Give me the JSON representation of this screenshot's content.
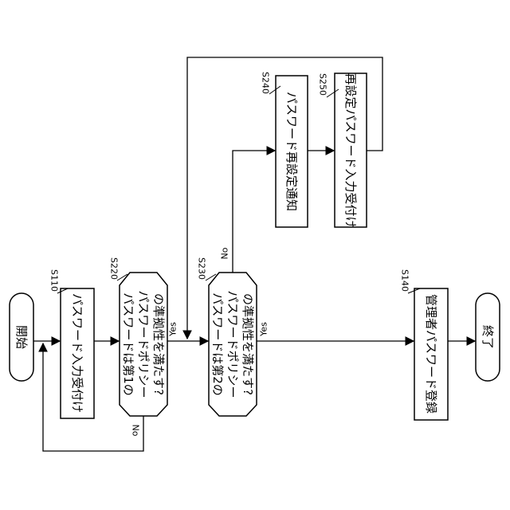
{
  "nodes": {
    "start": "開始",
    "s110": "パスワード入力受付け",
    "s220_line1": "パスワードは第1の",
    "s220_line2": "パスワードポリシー",
    "s220_line3": "の準拠性を満たす?",
    "s230_line1": "パスワードは第2の",
    "s230_line2": "パスワードポリシー",
    "s230_line3": "の準拠性を満たす?",
    "s240": "パスワード再設定通知",
    "s250": "再設定パスワード入力受付け",
    "s140": "管理者パスワード登録",
    "end": "終了"
  },
  "step_labels": {
    "s110": "S110",
    "s220": "S220",
    "s230": "S230",
    "s240": "S240",
    "s250": "S250",
    "s140": "S140"
  },
  "branches": {
    "s220_yes": "Yes",
    "s220_no": "No",
    "s230_yes": "Yes",
    "s230_no": "No"
  }
}
